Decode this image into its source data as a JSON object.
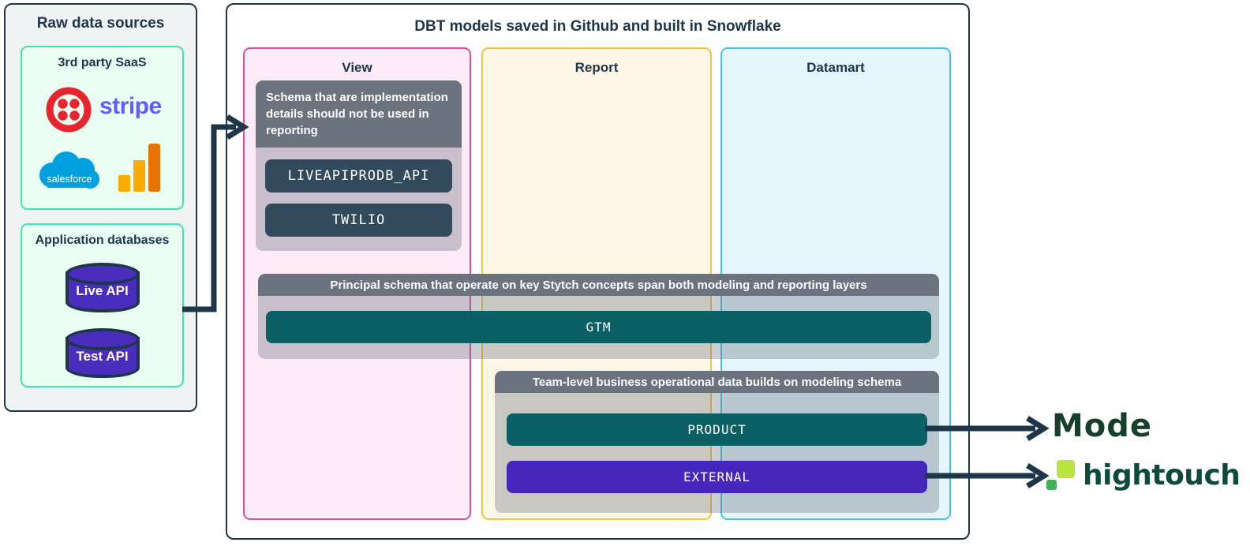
{
  "left_panel": {
    "title": "Raw data sources",
    "saas_box": {
      "title": "3rd party SaaS",
      "logos": [
        "twilio",
        "stripe",
        "salesforce",
        "google-analytics"
      ],
      "stripe_label": "stripe",
      "salesforce_label": "salesforce"
    },
    "db_box": {
      "title": "Application databases",
      "databases": [
        {
          "label": "Live API"
        },
        {
          "label": "Test API"
        }
      ]
    }
  },
  "main_panel": {
    "title": "DBT models saved in Github and built in Snowflake",
    "columns": [
      {
        "label": "View"
      },
      {
        "label": "Report"
      },
      {
        "label": "Datamart"
      }
    ],
    "impl_group": {
      "note": "Schema that are implementation details should not be used in reporting",
      "schemas": [
        "LIVEAPIPRODB_API",
        "TWILIO"
      ]
    },
    "principal_group": {
      "note": "Principal schema that operate on key Stytch concepts span both modeling and reporting layers",
      "schemas": [
        "GTM"
      ]
    },
    "team_group": {
      "note": "Team-level business operational data builds on modeling schema",
      "schemas": [
        "PRODUCT",
        "EXTERNAL"
      ]
    }
  },
  "destinations": {
    "mode": "Mode",
    "hightouch": "hightouch"
  },
  "colors": {
    "navy": "#1d3649",
    "mint_bg": "#e9fdf3",
    "mint_border": "#3ee6ae",
    "view_bg": "#fdeaf7",
    "view_border": "#e8489c",
    "report_bg": "#fdf6e6",
    "report_border": "#f5c43e",
    "datamart_bg": "#e4f5fb",
    "datamart_border": "#3fc6e8",
    "band_header_gray": "#6a737e",
    "schema_chip_slate": "#334a5c",
    "teal_bar": "#0b6066",
    "purple_bar": "#4527bd",
    "db_purple": "#4a2dbd",
    "twilio_red": "#e8242c",
    "stripe_purple": "#635bff",
    "salesforce_blue": "#00a1e0",
    "ga_orange_light": "#f9ab00",
    "ga_orange_dark": "#e87400",
    "mode_green": "#17402c",
    "hightouch_green": "#0d4a3d",
    "hightouch_lime": "#b9e542"
  }
}
